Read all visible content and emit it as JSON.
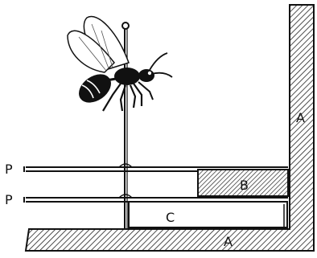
{
  "labels": {
    "p_upper": "P",
    "p_lower": "P",
    "a_vertical": "A",
    "a_horizontal": "A",
    "b": "B",
    "c": "C"
  }
}
